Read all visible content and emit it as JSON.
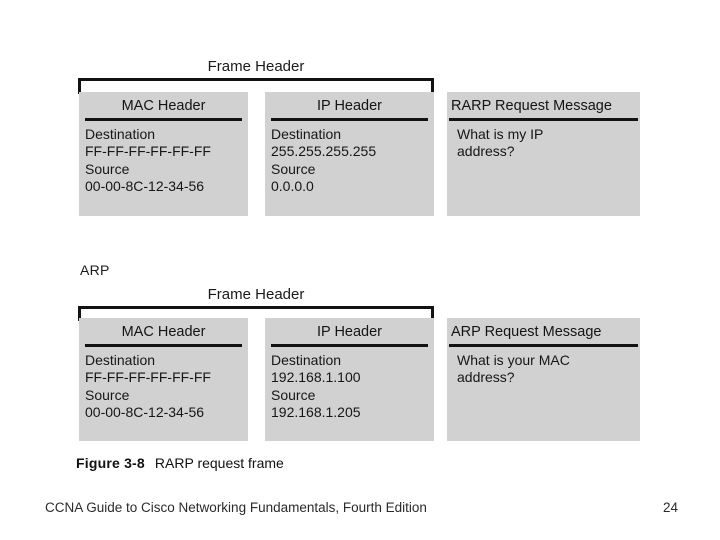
{
  "slide": {
    "background_color": "#ffffff",
    "box_fill_color": "#d1d1d1",
    "line_color": "#121212"
  },
  "figures": [
    {
      "name": "rarp-request-frame",
      "section_label": "",
      "brace_label": "Frame Header",
      "boxes": [
        {
          "name": "mac-header",
          "title": "MAC Header",
          "title_align": "center",
          "lines": [
            "Destination",
            "FF-FF-FF-FF-FF-FF",
            "Source",
            "00-00-8C-12-34-56"
          ]
        },
        {
          "name": "ip-header",
          "title": "IP Header",
          "title_align": "center",
          "lines": [
            "Destination",
            "255.255.255.255",
            "Source",
            "0.0.0.0"
          ]
        },
        {
          "name": "rarp-request-message",
          "title": "RARP Request Message",
          "title_align": "left",
          "lines": [
            "What is my IP",
            "address?"
          ]
        }
      ]
    },
    {
      "name": "arp-request-frame",
      "section_label": "ARP",
      "brace_label": "Frame Header",
      "boxes": [
        {
          "name": "mac-header",
          "title": "MAC Header",
          "title_align": "center",
          "lines": [
            "Destination",
            "FF-FF-FF-FF-FF-FF",
            "Source",
            "00-00-8C-12-34-56"
          ]
        },
        {
          "name": "ip-header",
          "title": "IP Header",
          "title_align": "center",
          "lines": [
            "Destination",
            "192.168.1.100",
            "Source",
            "192.168.1.205"
          ]
        },
        {
          "name": "arp-request-message",
          "title": "ARP Request Message",
          "title_align": "left",
          "lines": [
            "What is your MAC",
            "address?"
          ]
        }
      ]
    }
  ],
  "caption": {
    "number": "Figure 3-8",
    "text": "RARP request frame"
  },
  "footer": {
    "title": "CCNA Guide to Cisco Networking Fundamentals, Fourth Edition",
    "page": "24"
  }
}
